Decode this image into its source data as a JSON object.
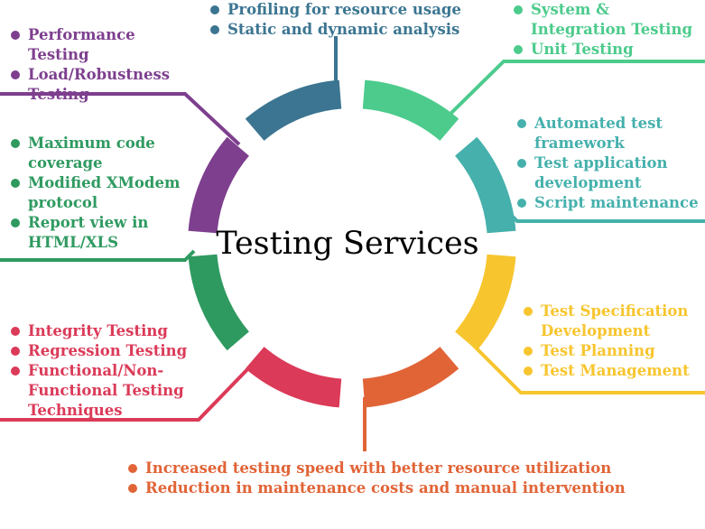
{
  "title": "Testing Services",
  "colors": {
    "profiling": "#3b7591",
    "system": "#4ccb8c",
    "automated": "#45b0ac",
    "specification": "#f7c52e",
    "speed": "#e16437",
    "integrity": "#db3a58",
    "code": "#2f9a60",
    "performance": "#7d3f8e"
  },
  "groups": {
    "profiling": {
      "items": [
        "Profiling for resource usage",
        "Static and dynamic analysis"
      ]
    },
    "system": {
      "items": [
        "System & Integration Testing",
        "Unit Testing"
      ]
    },
    "automated": {
      "items": [
        "Automated test framework",
        "Test application development",
        "Script maintenance"
      ]
    },
    "specification": {
      "items": [
        "Test Specification Development",
        "Test Planning",
        "Test Management"
      ]
    },
    "speed": {
      "items": [
        "Increased testing speed with better resource utilization",
        "Reduction in maintenance costs and manual intervention"
      ]
    },
    "integrity": {
      "items": [
        "Integrity Testing",
        "Regression Testing",
        "Functional/Non-Functional Testing Techniques"
      ]
    },
    "code": {
      "items": [
        "Maximum code coverage",
        "Modified XModem protocol",
        "Report view in HTML/XLS"
      ]
    },
    "performance": {
      "items": [
        "Performance Testing",
        "Load/Robustness Testing"
      ]
    }
  }
}
